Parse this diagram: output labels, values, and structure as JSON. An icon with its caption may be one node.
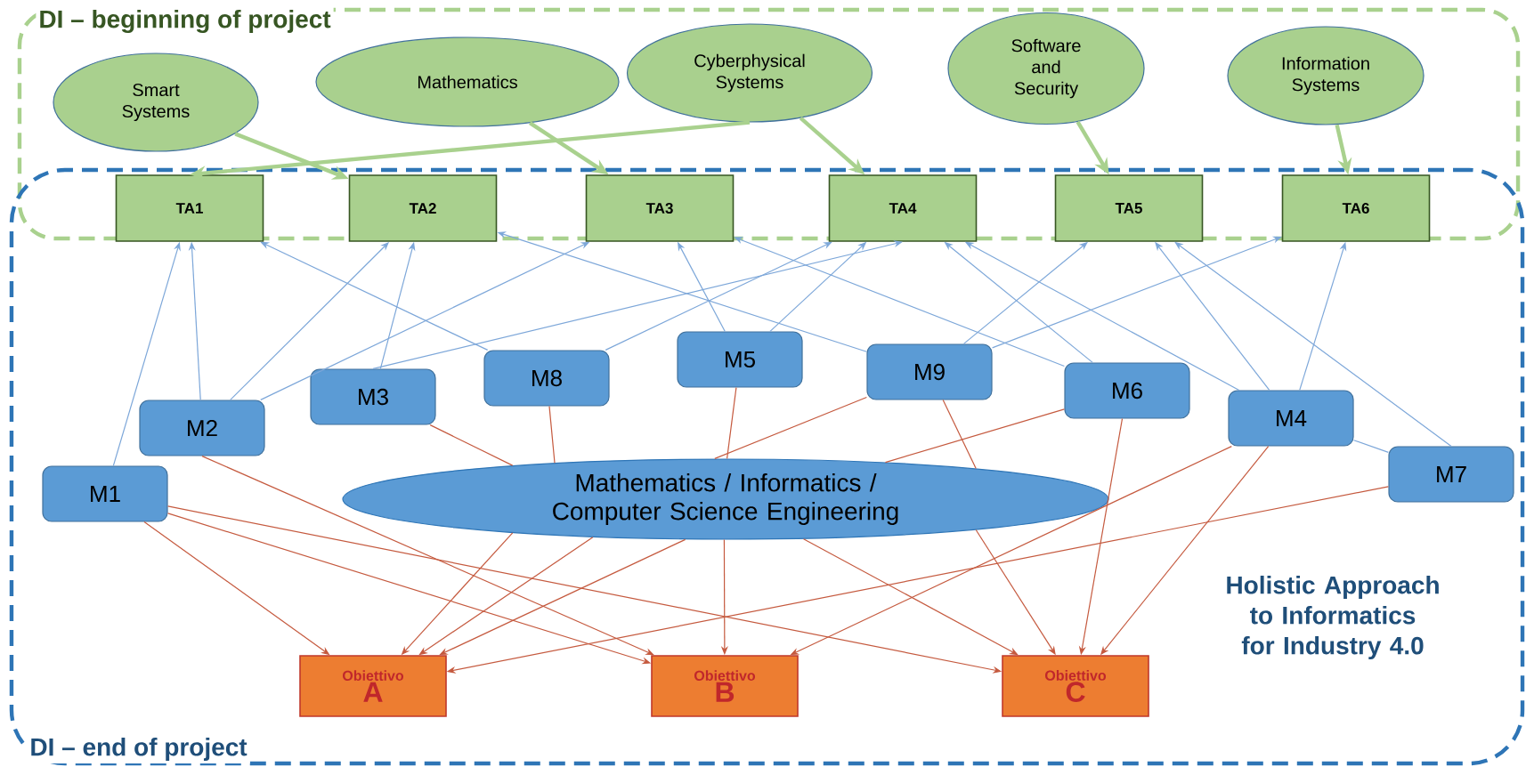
{
  "diagram": {
    "nodes": [
      {
        "text": [
          "DI – beginning of project"
        ]
      },
      {
        "text": [
          "DI – end of project",
          "Holistic Approach to Informatics for Industry 4.0"
        ]
      },
      {
        "text": [
          "Smart Systems"
        ],
        "in": 0
      },
      {
        "text": [
          "Mathematics"
        ],
        "in": 0
      },
      {
        "text": [
          "Cyberphysical Systems"
        ],
        "in": 0
      },
      {
        "text": [
          "Software and Security"
        ],
        "in": 0
      },
      {
        "text": [
          "Information Systems"
        ],
        "in": 0
      },
      {
        "text": [
          "TA1"
        ]
      },
      {
        "text": [
          "TA2"
        ]
      },
      {
        "text": [
          "TA3"
        ]
      },
      {
        "text": [
          "TA4"
        ]
      },
      {
        "text": [
          "TA5"
        ]
      },
      {
        "text": [
          "TA6"
        ]
      },
      {
        "text": [
          "M1"
        ],
        "in": 1
      },
      {
        "text": [
          "M2"
        ],
        "in": 1
      },
      {
        "text": [
          "M3"
        ],
        "in": 1
      },
      {
        "text": [
          "M4"
        ],
        "in": 1
      },
      {
        "text": [
          "M5"
        ],
        "in": 1
      },
      {
        "text": [
          "M6"
        ],
        "in": 1
      },
      {
        "text": [
          "M7"
        ],
        "in": 1
      },
      {
        "text": [
          "M8"
        ],
        "in": 1
      },
      {
        "text": [
          "M9"
        ],
        "in": 1
      },
      {
        "text": [
          "Mathematics / Informatics / Computer Science Engineering"
        ],
        "in": 1
      },
      {
        "text": [
          "Obiettivo",
          "A"
        ],
        "in": 1
      },
      {
        "text": [
          "Obiettivo",
          "B"
        ],
        "in": 1
      },
      {
        "text": [
          "Obiettivo",
          "C"
        ],
        "in": 1
      }
    ],
    "edges": [
      {
        "from": 2,
        "to": 8,
        "arrow": "to",
        "style": "thick",
        "color": "#a9d18e"
      },
      {
        "from": 3,
        "to": 9,
        "arrow": "to",
        "style": "thick",
        "color": "#a9d18e"
      },
      {
        "from": 4,
        "to": 7,
        "arrow": "to",
        "style": "thick",
        "color": "#a9d18e"
      },
      {
        "from": 4,
        "to": 10,
        "arrow": "to",
        "style": "thick",
        "color": "#a9d18e"
      },
      {
        "from": 5,
        "to": 11,
        "arrow": "to",
        "style": "thick",
        "color": "#a9d18e"
      },
      {
        "from": 6,
        "to": 12,
        "arrow": "to",
        "style": "thick",
        "color": "#a9d18e"
      },
      {
        "from": 13,
        "to": 7,
        "arrow": "to"
      },
      {
        "from": 14,
        "to": 7,
        "arrow": "to"
      },
      {
        "from": 20,
        "to": 7,
        "arrow": "to"
      },
      {
        "from": 14,
        "to": 8,
        "arrow": "to"
      },
      {
        "from": 15,
        "to": 8,
        "arrow": "to"
      },
      {
        "from": 21,
        "to": 8,
        "arrow": "to"
      },
      {
        "from": 14,
        "to": 9,
        "arrow": "to"
      },
      {
        "from": 17,
        "to": 9,
        "arrow": "to"
      },
      {
        "from": 18,
        "to": 9,
        "arrow": "to"
      },
      {
        "from": 15,
        "to": 10,
        "arrow": "to"
      },
      {
        "from": 20,
        "to": 10,
        "arrow": "to"
      },
      {
        "from": 17,
        "to": 10,
        "arrow": "to"
      },
      {
        "from": 18,
        "to": 10,
        "arrow": "to"
      },
      {
        "from": 16,
        "to": 10,
        "arrow": "to"
      },
      {
        "from": 21,
        "to": 11,
        "arrow": "to"
      },
      {
        "from": 16,
        "to": 11,
        "arrow": "to"
      },
      {
        "from": 19,
        "to": 11,
        "arrow": "to"
      },
      {
        "from": 21,
        "to": 12,
        "arrow": "to"
      },
      {
        "from": 16,
        "to": 12,
        "arrow": "to"
      },
      {
        "from": 16,
        "to": 19,
        "arrow": "none"
      },
      {
        "from": 13,
        "to": 23,
        "arrow": "to",
        "color": "#c55a3f"
      },
      {
        "from": 13,
        "to": 24,
        "arrow": "to",
        "color": "#c55a3f"
      },
      {
        "from": 13,
        "to": 25,
        "arrow": "to",
        "color": "#c55a3f"
      },
      {
        "from": 14,
        "to": 24,
        "arrow": "to",
        "color": "#c55a3f"
      },
      {
        "from": 16,
        "to": 24,
        "arrow": "to",
        "color": "#c55a3f"
      },
      {
        "from": 16,
        "to": 25,
        "arrow": "to",
        "color": "#c55a3f"
      },
      {
        "from": 19,
        "to": 23,
        "arrow": "to",
        "color": "#c55a3f"
      },
      {
        "from": 18,
        "to": 25,
        "arrow": "to",
        "color": "#c55a3f"
      },
      {
        "from": 15,
        "to": 22,
        "arrow": "none",
        "color": "#c55a3f"
      },
      {
        "from": 20,
        "to": 22,
        "arrow": "none",
        "color": "#c55a3f"
      },
      {
        "from": 17,
        "to": 22,
        "arrow": "none",
        "color": "#c55a3f"
      },
      {
        "from": 21,
        "to": 22,
        "arrow": "none",
        "color": "#c55a3f"
      },
      {
        "from": 21,
        "to": 22,
        "arrow": "none",
        "color": "#c55a3f"
      },
      {
        "from": 18,
        "to": 22,
        "arrow": "none",
        "color": "#c55a3f"
      },
      {
        "from": 22,
        "to": 23,
        "arrow": "to",
        "color": "#c55a3f"
      },
      {
        "from": 22,
        "to": 23,
        "arrow": "to",
        "color": "#c55a3f"
      },
      {
        "from": 22,
        "to": 23,
        "arrow": "to",
        "color": "#c55a3f"
      },
      {
        "from": 22,
        "to": 24,
        "arrow": "to",
        "color": "#c55a3f"
      },
      {
        "from": 22,
        "to": 25,
        "arrow": "to",
        "color": "#c55a3f"
      },
      {
        "from": 22,
        "to": 25,
        "arrow": "to",
        "color": "#c55a3f"
      }
    ]
  }
}
